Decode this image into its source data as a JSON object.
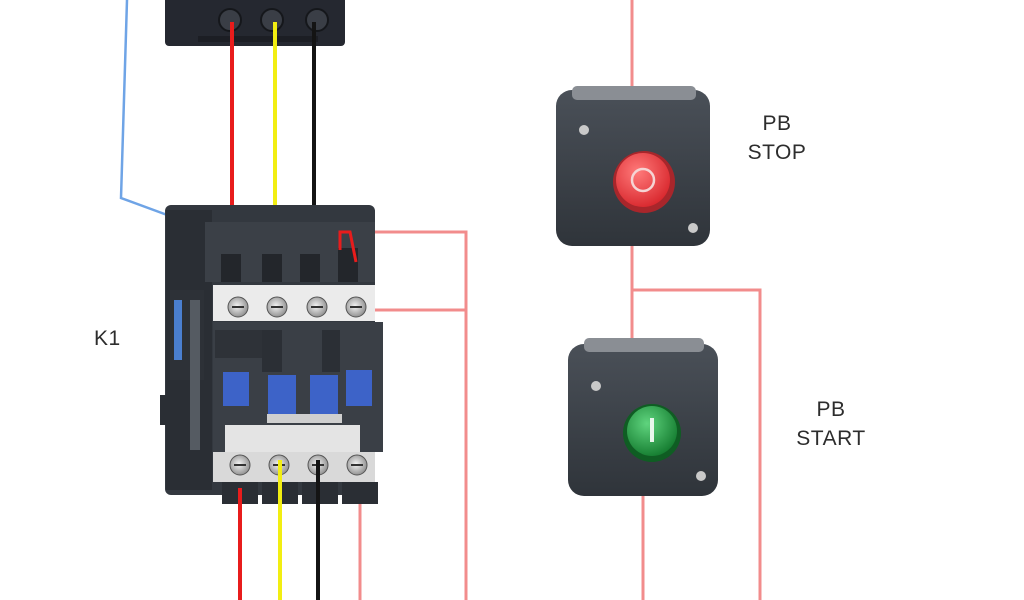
{
  "labels": {
    "k1": "K1",
    "pb_stop": [
      "PB",
      "STOP"
    ],
    "pb_start": [
      "PB",
      "START"
    ]
  },
  "colors": {
    "wire_red": "#e81c1c",
    "wire_yellow": "#f2ee12",
    "wire_black": "#141414",
    "wire_pink": "#f28c8c",
    "wire_blue": "#6fa4e6",
    "device_body": "#3c4148",
    "stop_button": "#e2383e",
    "start_button": "#1f8a3b",
    "contactor_key": "#3d63c8"
  },
  "components": {
    "contactor": "contactor-k1",
    "stop_button": "pushbutton-stop",
    "start_button": "pushbutton-start",
    "breaker": "circuit-breaker"
  }
}
